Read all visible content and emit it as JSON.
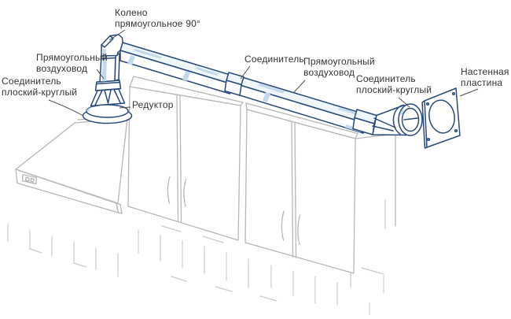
{
  "diagram": {
    "title_hint": "Kitchen hood duct installation diagram",
    "colors": {
      "outline": "#27497b",
      "highlight": "#c3d9ec",
      "topface": "#eef5fb",
      "furniture": "#b6b6b6",
      "tile": "#cbcbcb",
      "label_text": "#333333",
      "leader": "#4d4d4d",
      "bg": "#ffffff"
    },
    "labels": {
      "elbow": "Колено\nпрямоугольное 90°",
      "duct_left": "Прямоугольный\nвоздуховод",
      "connector_flat_round_left": "Соединитель\nплоский-круглый",
      "reducer": "Редуктор",
      "connector_mid": "Соединитель",
      "duct_right": "Прямоугольный\nвоздуховод",
      "connector_flat_round_right": "Соединитель\nплоский-круглый",
      "wall_plate": "Настенная\nпластина"
    }
  }
}
